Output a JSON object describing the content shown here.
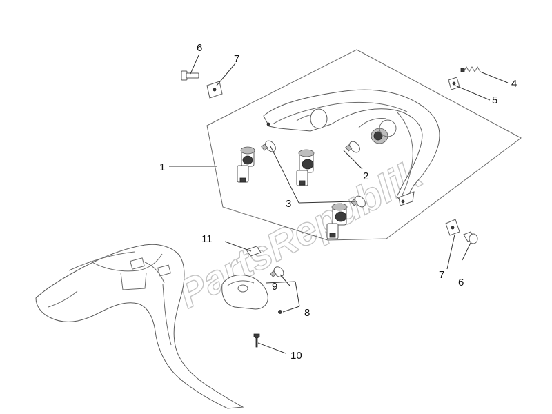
{
  "watermark": {
    "text": "PartsRepublik"
  },
  "callouts": [
    {
      "id": "1",
      "label": "1"
    },
    {
      "id": "2",
      "label": "2"
    },
    {
      "id": "3",
      "label": "3"
    },
    {
      "id": "4",
      "label": "4"
    },
    {
      "id": "5",
      "label": "5"
    },
    {
      "id": "6a",
      "label": "6"
    },
    {
      "id": "6b",
      "label": "6"
    },
    {
      "id": "7a",
      "label": "7"
    },
    {
      "id": "7b",
      "label": "7"
    },
    {
      "id": "8",
      "label": "8"
    },
    {
      "id": "9",
      "label": "9"
    },
    {
      "id": "10",
      "label": "10"
    },
    {
      "id": "11",
      "label": "11"
    }
  ]
}
